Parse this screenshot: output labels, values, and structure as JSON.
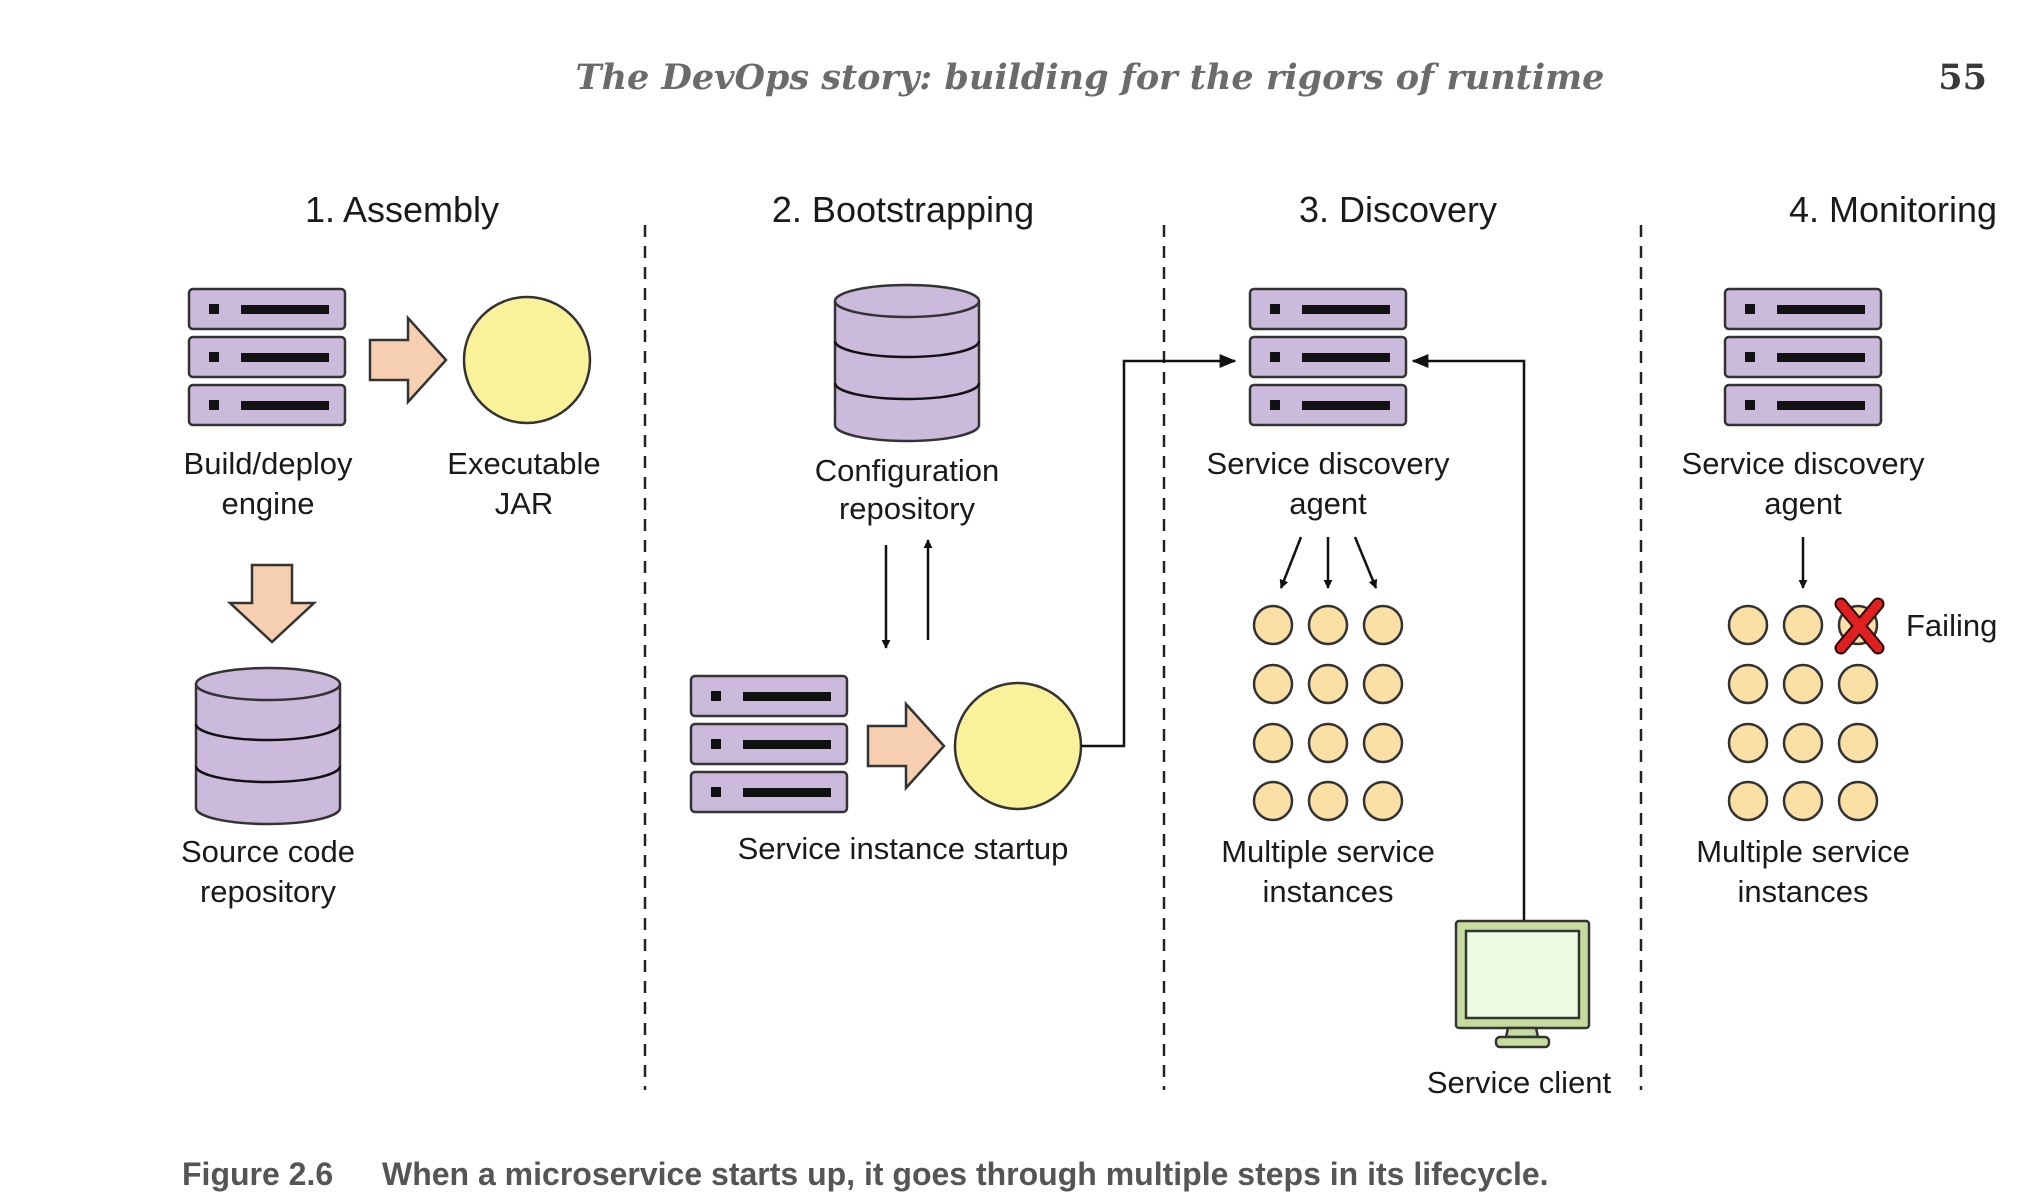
{
  "header": {
    "running_title": "The DevOps story: building for the rigors of runtime",
    "page_number": "55"
  },
  "stages": {
    "assembly": "1. Assembly",
    "bootstrapping": "2. Bootstrapping",
    "discovery": "3. Discovery",
    "monitoring": "4. Monitoring"
  },
  "labels": {
    "build_deploy_line1": "Build/deploy",
    "build_deploy_line2": "engine",
    "executable_line1": "Executable",
    "executable_line2": "JAR",
    "source_line1": "Source code",
    "source_line2": "repository",
    "config_line1": "Configuration",
    "config_line2": "repository",
    "startup": "Service instance startup",
    "discovery_agent_line1": "Service discovery",
    "discovery_agent_line2": "agent",
    "instances_line1": "Multiple service",
    "instances_line2": "instances",
    "client": "Service client",
    "monitor_agent_line1": "Service discovery",
    "monitor_agent_line2": "agent",
    "failing": "Failing",
    "monitor_instances_line1": "Multiple service",
    "monitor_instances_line2": "instances"
  },
  "caption": {
    "figure_number": "Figure 2.6",
    "text": "When a microservice starts up, it goes through multiple steps in its lifecycle."
  },
  "colors": {
    "server": "#cbbadb",
    "jar_circle": "#faf29b",
    "instance": "#fbe0a6",
    "flow_arrow": "#f5cfb0",
    "failure_mark": "#e02020",
    "monitor_screen": "#eafbe2",
    "monitor_frame": "#c6dc9e"
  }
}
